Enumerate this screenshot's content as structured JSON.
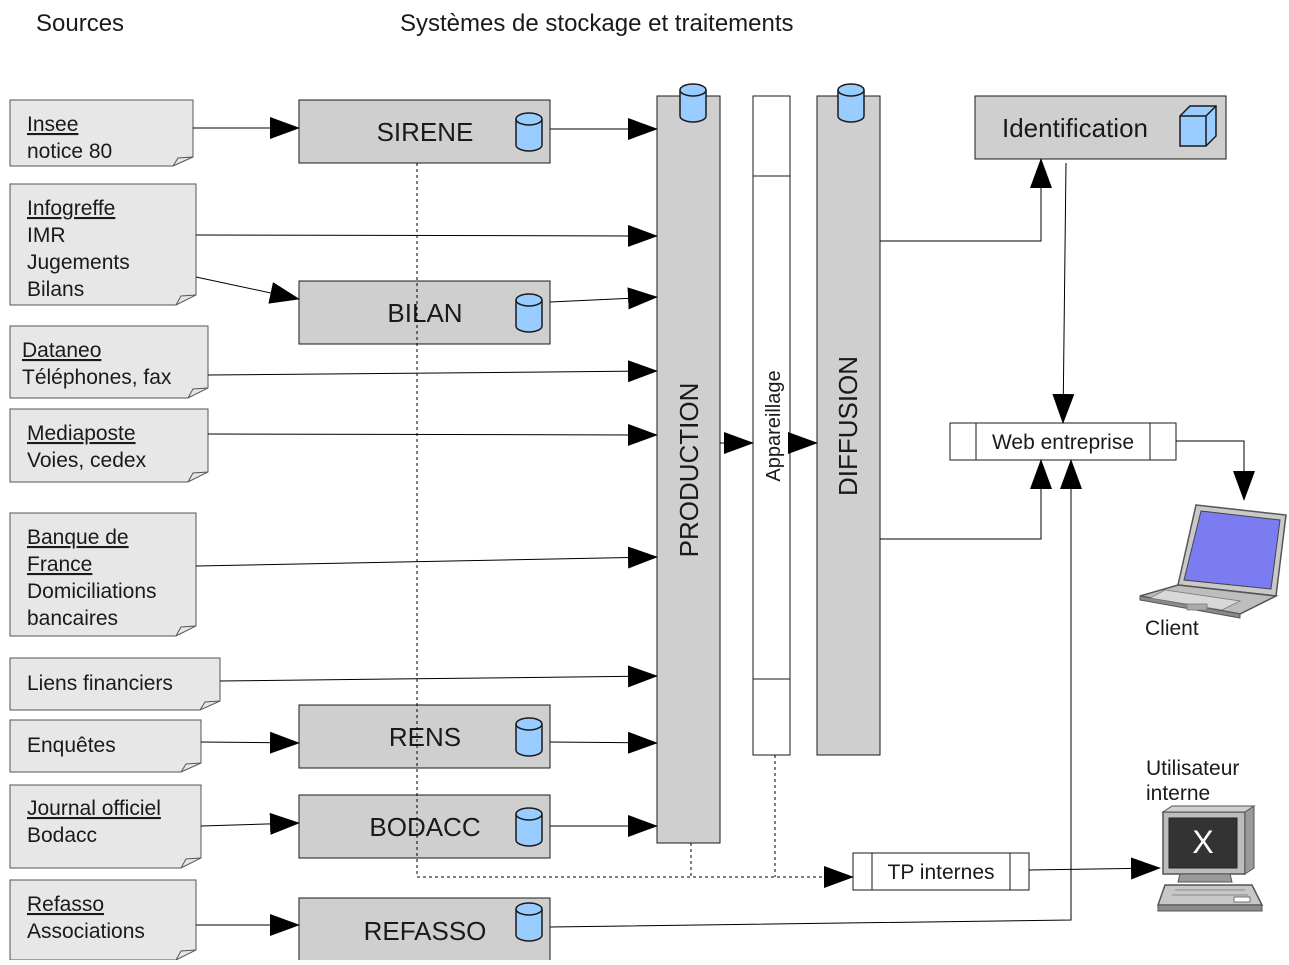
{
  "headers": {
    "sources": "Sources",
    "systems": "Systèmes de stockage et traitements"
  },
  "sources": {
    "insee": {
      "title": "Insee",
      "lines": [
        "notice 80"
      ]
    },
    "infogreffe": {
      "title": "Infogreffe",
      "lines": [
        "IMR",
        "Jugements",
        "Bilans"
      ]
    },
    "dataneo": {
      "title": "Dataneo",
      "lines": [
        "Téléphones, fax"
      ]
    },
    "mediaposte": {
      "title": "Mediaposte",
      "lines": [
        "Voies, cedex"
      ]
    },
    "bdf": {
      "title_lines": [
        "Banque de",
        "France"
      ],
      "lines": [
        "Domiciliations",
        "bancaires"
      ]
    },
    "liens": {
      "title": "",
      "lines": [
        "Liens financiers"
      ]
    },
    "enquetes": {
      "title": "",
      "lines": [
        "Enquêtes"
      ]
    },
    "jo": {
      "title": "Journal officiel",
      "lines": [
        "Bodacc"
      ]
    },
    "refasso": {
      "title": "Refasso",
      "lines": [
        "Associations"
      ]
    }
  },
  "stores": {
    "sirene": "SIRENE",
    "bilan": "BILAN",
    "rens": "RENS",
    "bodacc": "BODACC",
    "refasso": "REFASSO"
  },
  "columns": {
    "production": "PRODUCTION",
    "appareillage": "Appareillage",
    "diffusion": "DIFFUSION"
  },
  "outputs": {
    "identification": "Identification",
    "web": "Web entreprise",
    "tp": "TP internes",
    "client": "Client",
    "user_lines": [
      "Utilisateur",
      "interne"
    ],
    "user_screen_glyph": "X"
  },
  "colors": {
    "box_fill": "#cfcfcf",
    "doc_fill": "#e7e7e7",
    "cylinder": "#99ccff",
    "laptop_screen": "#7b7cf2"
  }
}
